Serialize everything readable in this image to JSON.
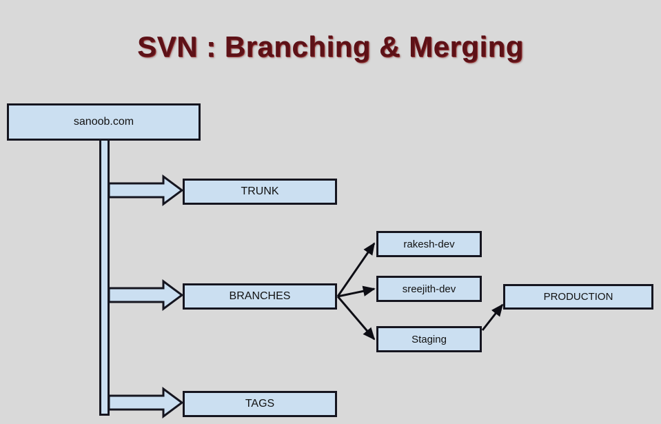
{
  "page": {
    "background_color": "#d9d9d9",
    "title": "SVN : Branching & Merging",
    "title_color": "#5d1117"
  },
  "diagram": {
    "type": "flowchart",
    "node_fill_color": "#cbdff1",
    "node_border_color": "#15151f",
    "nodes": [
      {
        "id": "root",
        "label": "sanoob.com"
      },
      {
        "id": "trunk",
        "label": "TRUNK"
      },
      {
        "id": "branches",
        "label": "BRANCHES"
      },
      {
        "id": "tags",
        "label": "TAGS"
      },
      {
        "id": "rakesh",
        "label": "rakesh-dev"
      },
      {
        "id": "sreejith",
        "label": "sreejith-dev"
      },
      {
        "id": "staging",
        "label": "Staging"
      },
      {
        "id": "production",
        "label": "PRODUCTION"
      }
    ],
    "edges": [
      {
        "from": "root",
        "to": "trunk",
        "style": "block-arrow"
      },
      {
        "from": "root",
        "to": "branches",
        "style": "block-arrow"
      },
      {
        "from": "root",
        "to": "tags",
        "style": "block-arrow"
      },
      {
        "from": "branches",
        "to": "rakesh",
        "style": "line-arrow"
      },
      {
        "from": "branches",
        "to": "sreejith",
        "style": "line-arrow"
      },
      {
        "from": "branches",
        "to": "staging",
        "style": "line-arrow"
      },
      {
        "from": "staging",
        "to": "production",
        "style": "line-arrow"
      }
    ]
  }
}
